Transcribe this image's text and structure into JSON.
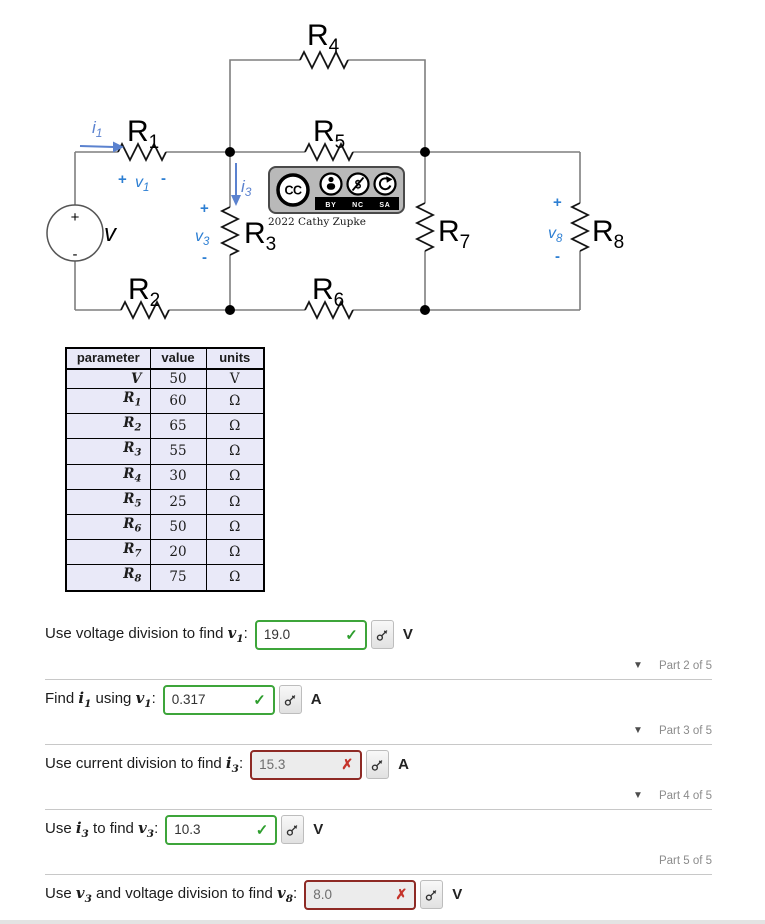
{
  "colors": {
    "accent_green": "#3da53a",
    "green_mark": "#2e9e2e",
    "error_red": "#8e2a25",
    "red_mark": "#c5342b",
    "wire_gray": "#7f7f7f",
    "annotation_blue": "#2d7fd3",
    "current_blue": "#5b82cf",
    "table_bg": "#e9e9f8",
    "divider_gray": "#c8c8c8",
    "part_label_gray": "#8b8b8b",
    "disabled_bg": "#ececec"
  },
  "circuit": {
    "source_label": "v",
    "source_plus": "+",
    "source_minus": "-",
    "resistors": {
      "r1": {
        "base": "R",
        "sub": "1"
      },
      "r2": {
        "base": "R",
        "sub": "2"
      },
      "r3": {
        "base": "R",
        "sub": "3"
      },
      "r4": {
        "base": "R",
        "sub": "4"
      },
      "r5": {
        "base": "R",
        "sub": "5"
      },
      "r6": {
        "base": "R",
        "sub": "6"
      },
      "r7": {
        "base": "R",
        "sub": "7"
      },
      "r8": {
        "base": "R",
        "sub": "8"
      }
    },
    "annotations": {
      "i1": {
        "base": "i",
        "sub": "1"
      },
      "i3": {
        "base": "i",
        "sub": "3"
      },
      "v1": {
        "plus": "+",
        "base": "v",
        "sub": "1",
        "minus": "-"
      },
      "v3": {
        "plus": "+",
        "base": "v",
        "sub": "3",
        "minus": "-"
      },
      "v8": {
        "plus": "+",
        "base": "v",
        "sub": "8",
        "minus": "-"
      }
    },
    "license": {
      "cc": "CC",
      "by": "BY",
      "nc": "NC",
      "sa": "SA",
      "nc_symbol": "$",
      "credit": "2022 Cathy Zupke"
    }
  },
  "table": {
    "headers": [
      "parameter",
      "value",
      "units"
    ],
    "rows": [
      {
        "param": {
          "base": "V",
          "sub": ""
        },
        "value": "50",
        "units": "V"
      },
      {
        "param": {
          "base": "R",
          "sub": "1"
        },
        "value": "60",
        "units": "Ω"
      },
      {
        "param": {
          "base": "R",
          "sub": "2"
        },
        "value": "65",
        "units": "Ω"
      },
      {
        "param": {
          "base": "R",
          "sub": "3"
        },
        "value": "55",
        "units": "Ω"
      },
      {
        "param": {
          "base": "R",
          "sub": "4"
        },
        "value": "30",
        "units": "Ω"
      },
      {
        "param": {
          "base": "R",
          "sub": "5"
        },
        "value": "25",
        "units": "Ω"
      },
      {
        "param": {
          "base": "R",
          "sub": "6"
        },
        "value": "50",
        "units": "Ω"
      },
      {
        "param": {
          "base": "R",
          "sub": "7"
        },
        "value": "20",
        "units": "Ω"
      },
      {
        "param": {
          "base": "R",
          "sub": "8"
        },
        "value": "75",
        "units": "Ω"
      }
    ]
  },
  "parts": [
    {
      "prompt": [
        {
          "text": "Use voltage division to find "
        },
        {
          "math": "v",
          "sub": "1"
        },
        {
          "text": ":"
        }
      ],
      "answer": "19.0",
      "status": "correct",
      "mark": "✓",
      "unit": "V",
      "footer": {
        "triangle": "▼",
        "label": "Part 2 of 5"
      }
    },
    {
      "prompt": [
        {
          "text": "Find "
        },
        {
          "math": "i",
          "sub": "1"
        },
        {
          "text": " using "
        },
        {
          "math": "v",
          "sub": "1"
        },
        {
          "text": ":"
        }
      ],
      "answer": "0.317",
      "status": "correct",
      "mark": "✓",
      "unit": "A",
      "footer": {
        "triangle": "▼",
        "label": "Part 3 of 5"
      }
    },
    {
      "prompt": [
        {
          "text": "Use current division to find "
        },
        {
          "math": "i",
          "sub": "3"
        },
        {
          "text": ":"
        }
      ],
      "answer": "15.3",
      "status": "incorrect",
      "mark": "✗",
      "unit": "A",
      "footer": {
        "triangle": "▼",
        "label": "Part 4 of 5"
      }
    },
    {
      "prompt": [
        {
          "text": "Use "
        },
        {
          "math": "i",
          "sub": "3"
        },
        {
          "text": " to find "
        },
        {
          "math": "v",
          "sub": "3"
        },
        {
          "text": ":"
        }
      ],
      "answer": "10.3",
      "status": "correct",
      "mark": "✓",
      "unit": "V",
      "footer": {
        "triangle": "",
        "label": "Part 5 of 5"
      }
    },
    {
      "prompt": [
        {
          "text": "Use "
        },
        {
          "math": "v",
          "sub": "3"
        },
        {
          "text": " and voltage division to find "
        },
        {
          "math": "v",
          "sub": "8"
        },
        {
          "text": ":"
        }
      ],
      "answer": "8.0",
      "status": "incorrect",
      "mark": "✗",
      "unit": "V",
      "footer": null
    }
  ]
}
